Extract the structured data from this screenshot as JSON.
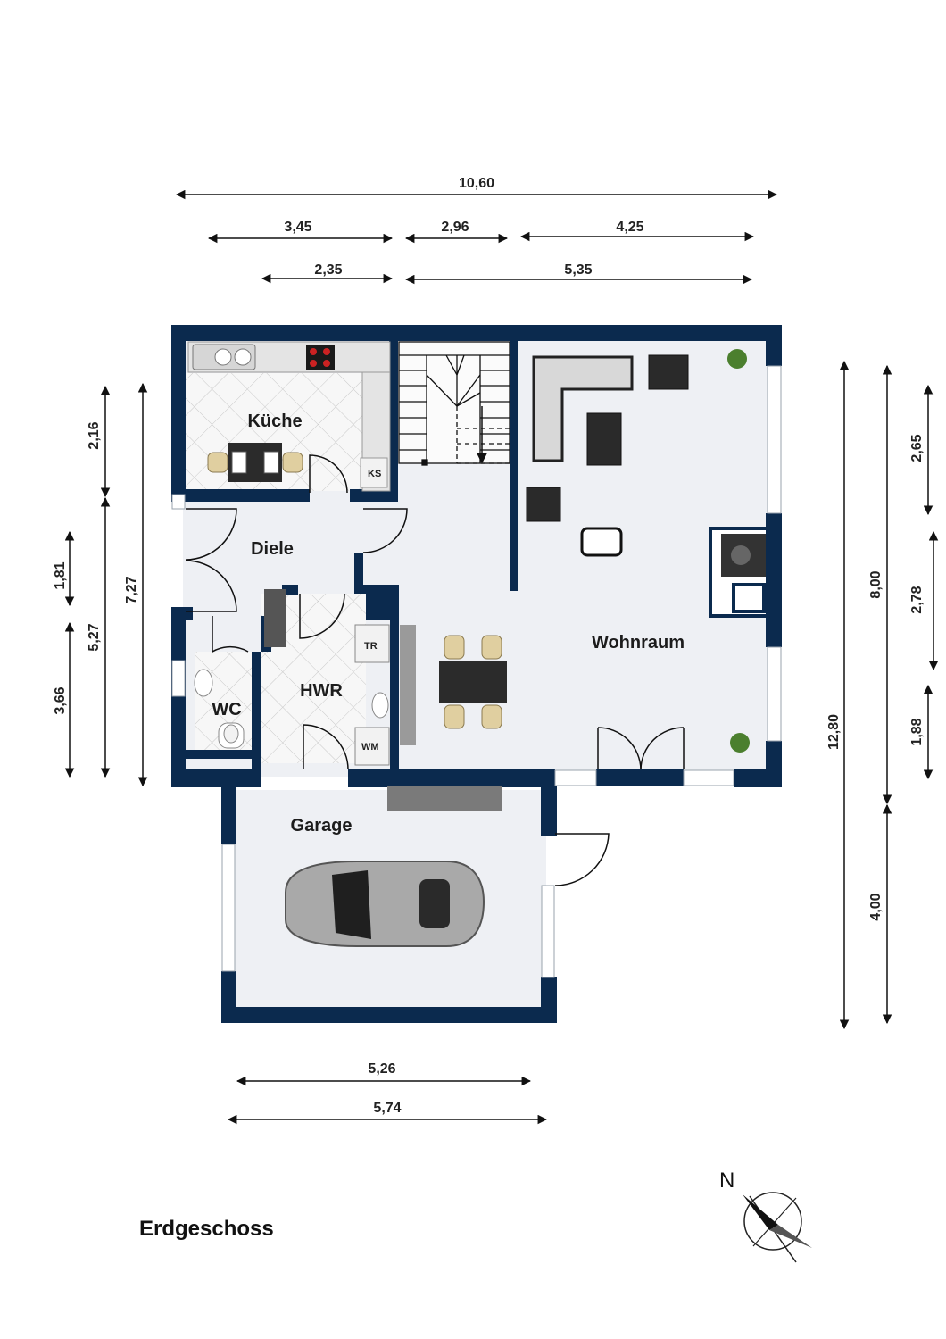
{
  "floor_title": "Erdgeschoss",
  "rooms": {
    "kueche": "Küche",
    "diele": "Diele",
    "wohnraum": "Wohnraum",
    "wc": "WC",
    "hwr": "HWR",
    "garage": "Garage"
  },
  "appliances": {
    "ks": "KS",
    "tr": "TR",
    "wm": "WM"
  },
  "dimensions": {
    "top_total": "10,60",
    "top_a": "3,45",
    "top_b": "2,96",
    "top_c": "4,25",
    "top_d": "2,35",
    "top_e": "5,35",
    "left_a": "2,16",
    "left_b": "1,81",
    "left_c": "5,27",
    "left_d": "7,27",
    "left_e": "3,66",
    "right_total": "12,80",
    "right_a": "8,00",
    "right_b": "4,00",
    "right_c": "2,65",
    "right_d": "2,78",
    "right_e": "1,88",
    "bottom_a": "5,26",
    "bottom_b": "5,74"
  },
  "compass": {
    "north_label": "N"
  },
  "colors": {
    "wall": "#0b2a4e",
    "floor": "#eef0f4",
    "tile": "#f6f6f6",
    "dimension": "#111111"
  }
}
